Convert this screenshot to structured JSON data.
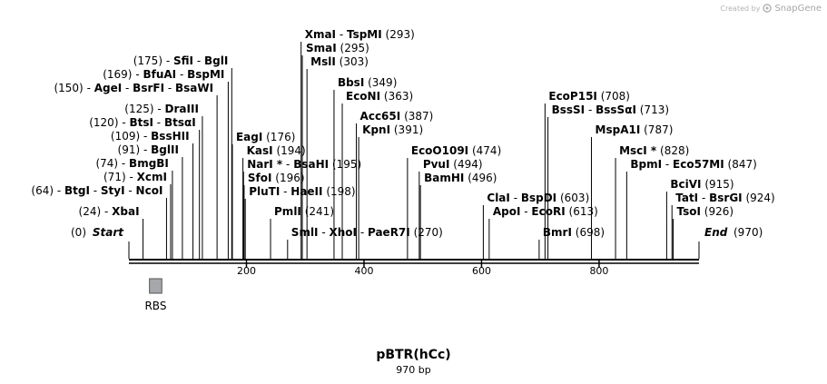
{
  "credit": {
    "prefix": "Created by",
    "brand": "SnapGene",
    "icon": "snapgene-logo-icon"
  },
  "title": "pBTR(hCc)",
  "subtitle": "970 bp",
  "length": 970,
  "ticks": [
    200,
    400,
    600,
    800
  ],
  "features": [
    {
      "label": "RBS",
      "start": 35,
      "end": 56,
      "color": "#a5a7ab"
    }
  ],
  "sites": [
    {
      "pos": 0,
      "left": [],
      "right": [],
      "center": "Start",
      "italic": true
    },
    {
      "pos": 24,
      "left": [
        "(24)",
        "XbaI"
      ],
      "right": []
    },
    {
      "pos": 64,
      "left": [
        "(64)",
        "BtgI",
        "StyI",
        "NcoI"
      ],
      "right": []
    },
    {
      "pos": 71,
      "left": [
        "(71)",
        "XcmI"
      ],
      "right": []
    },
    {
      "pos": 74,
      "left": [
        "(74)",
        "BmgBI"
      ],
      "right": []
    },
    {
      "pos": 91,
      "left": [
        "(91)",
        "BglII"
      ],
      "right": []
    },
    {
      "pos": 109,
      "left": [
        "(109)",
        "BssHII"
      ],
      "right": []
    },
    {
      "pos": 120,
      "left": [
        "(120)",
        "BtsI",
        "BtsαI"
      ],
      "right": []
    },
    {
      "pos": 125,
      "left": [
        "(125)",
        "DraIII"
      ],
      "right": []
    },
    {
      "pos": 150,
      "left": [
        "(150)",
        "AgeI",
        "BsrFI",
        "BsaWI"
      ],
      "right": []
    },
    {
      "pos": 169,
      "left": [
        "(169)",
        "BfuAI",
        "BspMI"
      ],
      "right": []
    },
    {
      "pos": 175,
      "left": [
        "(175)",
        "SfiI",
        "BglI"
      ],
      "right": []
    },
    {
      "pos": 176,
      "left": [],
      "right": [
        "EagI",
        "(176)"
      ]
    },
    {
      "pos": 194,
      "left": [],
      "right": [
        "KasI",
        "(194)"
      ]
    },
    {
      "pos": 195,
      "left": [],
      "right": [
        "NarI *",
        "BsaHI",
        "(195)"
      ]
    },
    {
      "pos": 196,
      "left": [],
      "right": [
        "SfoI",
        "(196)"
      ]
    },
    {
      "pos": 198,
      "left": [],
      "right": [
        "PluTI",
        "HaeII",
        "(198)"
      ]
    },
    {
      "pos": 241,
      "left": [],
      "right": [
        "PmlI",
        "(241)"
      ]
    },
    {
      "pos": 270,
      "left": [],
      "right": [
        "SmlI",
        "XhoI",
        "PaeR7I",
        "(270)"
      ]
    },
    {
      "pos": 293,
      "left": [],
      "right": [
        "XmaI",
        "TspMI",
        "(293)"
      ]
    },
    {
      "pos": 295,
      "left": [],
      "right": [
        "SmaI",
        "(295)"
      ]
    },
    {
      "pos": 303,
      "left": [],
      "right": [
        "MslI",
        "(303)"
      ]
    },
    {
      "pos": 349,
      "left": [],
      "right": [
        "BbsI",
        "(349)"
      ]
    },
    {
      "pos": 363,
      "left": [],
      "right": [
        "EcoNI",
        "(363)"
      ]
    },
    {
      "pos": 387,
      "left": [],
      "right": [
        "Acc65I",
        "(387)"
      ]
    },
    {
      "pos": 391,
      "left": [],
      "right": [
        "KpnI",
        "(391)"
      ]
    },
    {
      "pos": 474,
      "left": [],
      "right": [
        "EcoO109I",
        "(474)"
      ]
    },
    {
      "pos": 494,
      "left": [],
      "right": [
        "PvuI",
        "(494)"
      ]
    },
    {
      "pos": 496,
      "left": [],
      "right": [
        "BamHI",
        "(496)"
      ]
    },
    {
      "pos": 603,
      "left": [],
      "right": [
        "ClaI",
        "BspDI",
        "(603)"
      ]
    },
    {
      "pos": 613,
      "left": [],
      "right": [
        "ApoI",
        "EcoRI",
        "(613)"
      ]
    },
    {
      "pos": 698,
      "left": [],
      "right": [
        "BmrI",
        "(698)"
      ]
    },
    {
      "pos": 708,
      "left": [],
      "right": [
        "EcoP15I",
        "(708)"
      ]
    },
    {
      "pos": 713,
      "left": [],
      "right": [
        "BssSI",
        "BssSαI",
        "(713)"
      ]
    },
    {
      "pos": 787,
      "left": [],
      "right": [
        "MspA1I",
        "(787)"
      ]
    },
    {
      "pos": 828,
      "left": [],
      "right": [
        "MscI *",
        "(828)"
      ]
    },
    {
      "pos": 847,
      "left": [],
      "right": [
        "BpmI",
        "Eco57MI",
        "(847)"
      ]
    },
    {
      "pos": 915,
      "left": [],
      "right": [
        "BciVI",
        "(915)"
      ]
    },
    {
      "pos": 924,
      "left": [],
      "right": [
        "TatI",
        "BsrGI",
        "(924)"
      ]
    },
    {
      "pos": 926,
      "left": [],
      "right": [
        "TsoI",
        "(926)"
      ]
    },
    {
      "pos": 970,
      "left": [],
      "right": [],
      "center": "End",
      "italic": true
    }
  ]
}
